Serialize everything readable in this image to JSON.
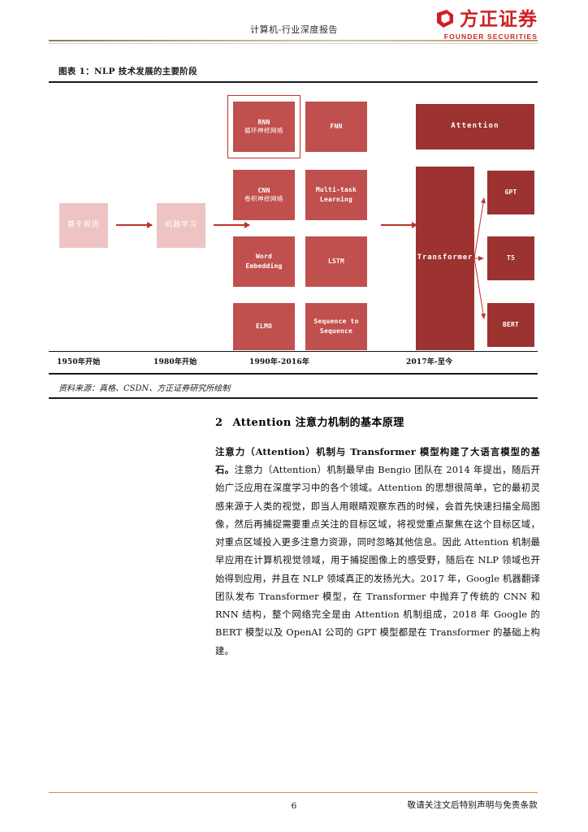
{
  "header": {
    "title": "计算机-行业深度报告",
    "logo_cn": "方正证券",
    "logo_en": "FOUNDER SECURITIES",
    "logo_icon": "founder-hexagon-mark"
  },
  "figure": {
    "caption": "图表 1：NLP 技术发展的主要阶段",
    "source": "资料来源：真格、CSDN、方正证券研究所绘制",
    "colors": {
      "pale": "#eec3c3",
      "mid": "#c0504d",
      "dark": "#9c3331",
      "accent": "#c0302c"
    },
    "nodes": {
      "rule_based": "基于规则",
      "machine_learning": "机器学习",
      "rnn_title": "RNN",
      "rnn_sub": "循环神经网络",
      "fnn": "FNN",
      "cnn_title": "CNN",
      "cnn_sub": "卷积神经网络",
      "multitask_l1": "Multi-task",
      "multitask_l2": "Learning",
      "word_l1": "Word",
      "word_l2": "Embedding",
      "lstm": "LSTM",
      "elmo": "ELMO",
      "seq_l1": "Sequence to",
      "seq_l2": "Sequence",
      "attention": "Attention",
      "transformer": "Transformer",
      "gpt": "GPT",
      "t5": "T5",
      "bert": "BERT"
    },
    "timeline": [
      "1950年开始",
      "1980年开始",
      "1990年-2016年",
      "2017年-至今"
    ]
  },
  "section": {
    "number": "2",
    "heading": "Attention 注意力机制的基本原理",
    "lead": "注意力（Attention）机制与 Transformer 模型构建了大语言模型的基石。",
    "paragraph": "注意力（Attention）机制最早由 Bengio 团队在 2014 年提出，随后开始广泛应用在深度学习中的各个领域。Attention 的思想很简单，它的最初灵感来源于人类的视觉，即当人用眼睛观察东西的时候，会首先快速扫描全局图像，然后再捕捉需要重点关注的目标区域，将视觉重点聚焦在这个目标区域，对重点区域投入更多注意力资源，同时忽略其他信息。因此 Attention 机制最早应用在计算机视觉领域，用于捕捉图像上的感受野，随后在 NLP 领域也开始得到应用，并且在 NLP 领域真正的发扬光大。2017 年，Google 机器翻译团队发布 Transformer 模型，在 Transformer 中抛弃了传统的 CNN 和 RNN 结构，整个网络完全是由 Attention 机制组成，2018 年 Google 的 BERT 模型以及 OpenAI 公司的 GPT 模型都是在 Transformer 的基础上构建。"
  },
  "footer": {
    "page_number": "6",
    "note": "敬请关注文后特别声明与免责条款",
    "rule_color": "#e08a3c"
  }
}
